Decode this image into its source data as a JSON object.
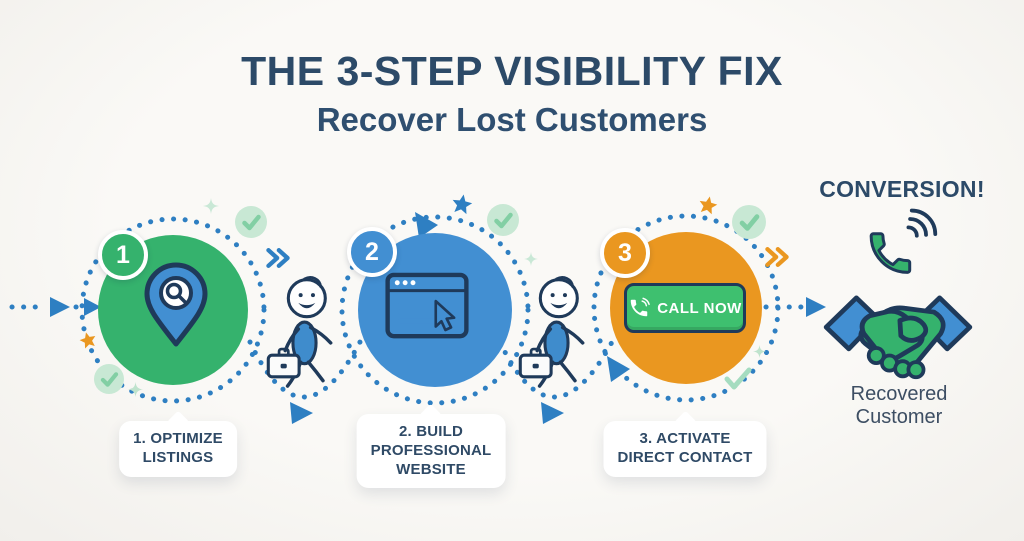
{
  "header": {
    "title": "THE 3-STEP VISIBILITY FIX",
    "subtitle": "Recover Lost Customers"
  },
  "steps": [
    {
      "number": "1",
      "icon": "map-pin-search-icon",
      "color": "#35b26d",
      "label_lines": [
        "1. OPTIMIZE",
        "LISTINGS"
      ]
    },
    {
      "number": "2",
      "icon": "browser-window-icon",
      "color": "#428fd2",
      "label_lines": [
        "2. BUILD",
        "PROFESSIONAL",
        "WEBSITE"
      ]
    },
    {
      "number": "3",
      "icon": "call-now-button",
      "color": "#ea9720",
      "button_label": "CALL NOW",
      "label_lines": [
        "3. ACTIVATE",
        "DIRECT CONTACT"
      ]
    }
  ],
  "conversion": {
    "title": "CONVERSION!",
    "icons": [
      "phone-ringing-icon",
      "handshake-icon"
    ],
    "caption_lines": [
      "Recovered",
      "Customer"
    ]
  },
  "decorations": {
    "figures": "walking-customer-stick-figure",
    "shapes": [
      "star-icon",
      "check-circle-icon",
      "sparkle-icon",
      "double-chevron-icon",
      "dotted-flow-path",
      "arrowhead-icon"
    ]
  },
  "colors": {
    "background": "#f7f6f2",
    "navy": "#2c4a68",
    "outline_navy": "#1f3a5a",
    "green": "#35b26d",
    "blue": "#428fd2",
    "orange": "#ea9720",
    "dot_blue": "#2e7fc2",
    "light_green": "#c8e8d4",
    "check_green": "#82cfa4",
    "button_green": "#3ec06f"
  }
}
